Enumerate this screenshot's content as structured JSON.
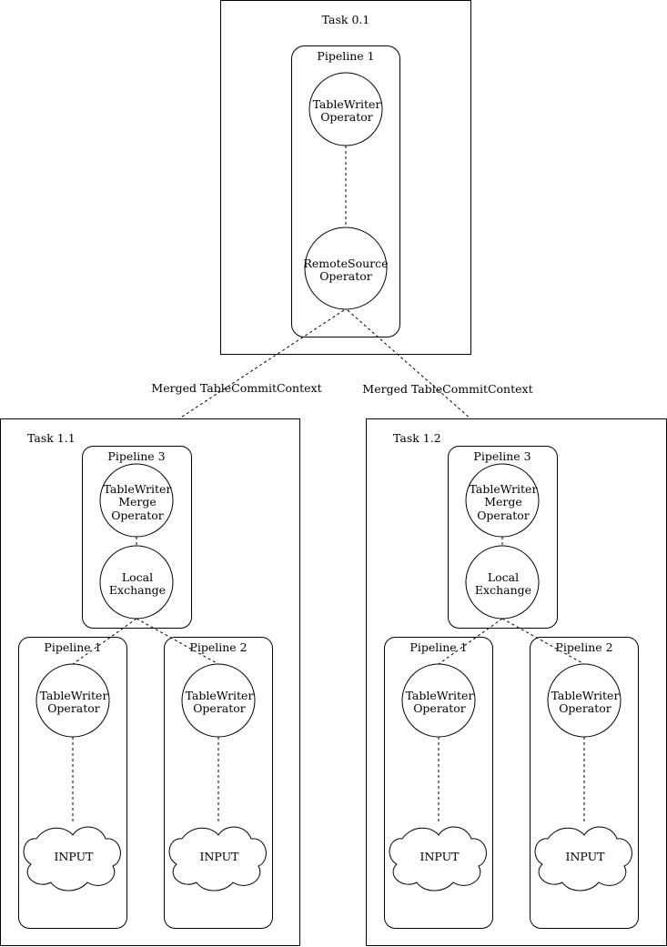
{
  "colors": {
    "stroke": "#000000",
    "background": "#ffffff"
  },
  "task_0_1": {
    "label": "Task 0.1",
    "pipeline_1": {
      "label": "Pipeline 1",
      "table_writer": {
        "line1": "TableWriter",
        "line2": "Operator"
      },
      "remote_source": {
        "line1": "RemoteSource",
        "line2": "Operator"
      }
    }
  },
  "connections": {
    "left_label": "Merged TableCommitContext",
    "right_label": "Merged TableCommitContext"
  },
  "task_1_1": {
    "label": "Task 1.1",
    "pipeline_3": {
      "label": "Pipeline 3",
      "merge": {
        "line1": "TableWriter",
        "line2": "Merge",
        "line3": "Operator"
      },
      "exchange": {
        "line1": "Local",
        "line2": "Exchange"
      }
    },
    "pipeline_1": {
      "label": "Pipeline 1",
      "writer": {
        "line1": "TableWriter",
        "line2": "Operator"
      },
      "input": "INPUT"
    },
    "pipeline_2": {
      "label": "Pipeline 2",
      "writer": {
        "line1": "TableWriter",
        "line2": "Operator"
      },
      "input": "INPUT"
    }
  },
  "task_1_2": {
    "label": "Task 1.2",
    "pipeline_3": {
      "label": "Pipeline 3",
      "merge": {
        "line1": "TableWriter",
        "line2": "Merge",
        "line3": "Operator"
      },
      "exchange": {
        "line1": "Local",
        "line2": "Exchange"
      }
    },
    "pipeline_1": {
      "label": "Pipeline 1",
      "writer": {
        "line1": "TableWriter",
        "line2": "Operator"
      },
      "input": "INPUT"
    },
    "pipeline_2": {
      "label": "Pipeline 2",
      "writer": {
        "line1": "TableWriter",
        "line2": "Operator"
      },
      "input": "INPUT"
    }
  }
}
